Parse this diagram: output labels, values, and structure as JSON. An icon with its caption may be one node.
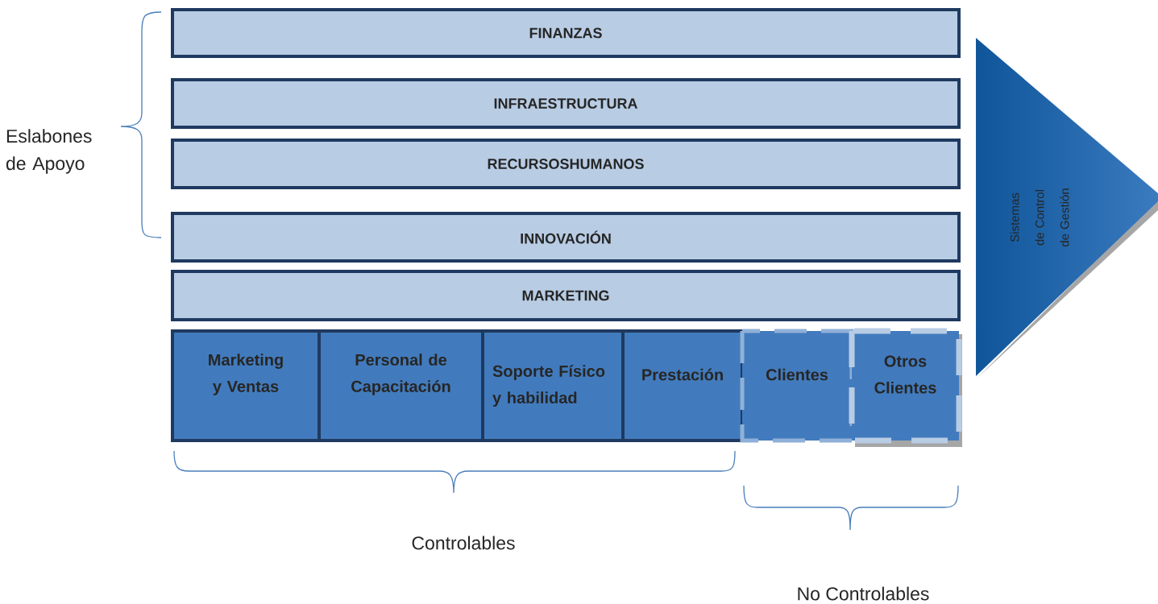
{
  "diagram": {
    "nodes": [
      {
        "text": [
          "FINANZAS"
        ]
      },
      {
        "text": [
          "INFRAESTRUCTURA"
        ]
      },
      {
        "text": [
          "RECURSOSHUMANOS"
        ]
      },
      {
        "text": [
          "INNOVACIÓN"
        ]
      },
      {
        "text": [
          "MARKETING"
        ]
      },
      {
        "text": [
          "Marketing y Ventas"
        ]
      },
      {
        "text": [
          "Personal de Capacitación"
        ]
      },
      {
        "text": [
          "Soporte Físico y habilidad"
        ]
      },
      {
        "text": [
          "Prestación"
        ]
      },
      {
        "text": [
          "Clientes"
        ]
      },
      {
        "text": [
          "Otros Clientes"
        ]
      },
      {
        "text": [
          "Sistemas de Control de Gestión"
        ]
      }
    ],
    "labels": [
      "Eslabones de Apoyo",
      "Controlables",
      "No Controlables"
    ]
  }
}
